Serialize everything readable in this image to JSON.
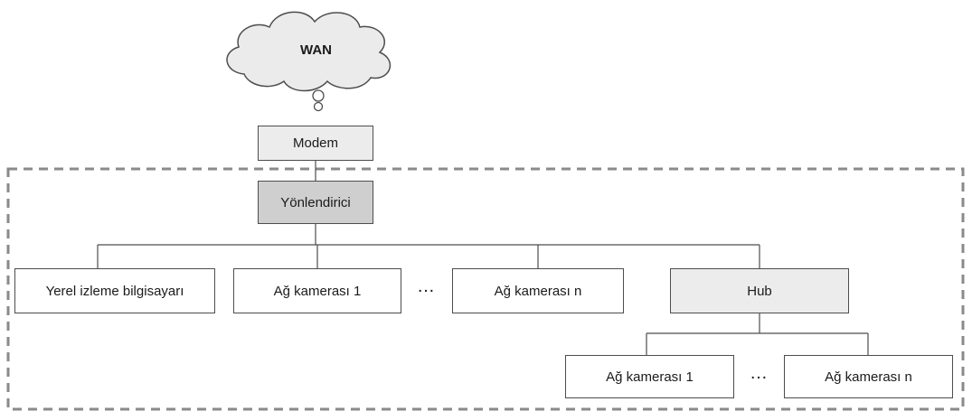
{
  "wan": {
    "label": "WAN"
  },
  "modem": {
    "label": "Modem"
  },
  "router": {
    "label": "Yönlendirici"
  },
  "level1": {
    "local_pc": "Yerel izleme bilgisayarı",
    "camera_1": "Ağ kamerası 1",
    "ellipsis": "…",
    "camera_n": "Ağ kamerası n",
    "hub": "Hub"
  },
  "level2": {
    "camera_1": "Ağ kamerası 1",
    "ellipsis": "…",
    "camera_n": "Ağ kamerası n"
  },
  "colors": {
    "router_fill": "#cfcfcf",
    "modem_fill": "#ececec",
    "hub_fill": "#ececec",
    "cloud_fill": "#ebebeb",
    "line": "#4d4d4d",
    "dashed_border": "#8a8a8a"
  }
}
